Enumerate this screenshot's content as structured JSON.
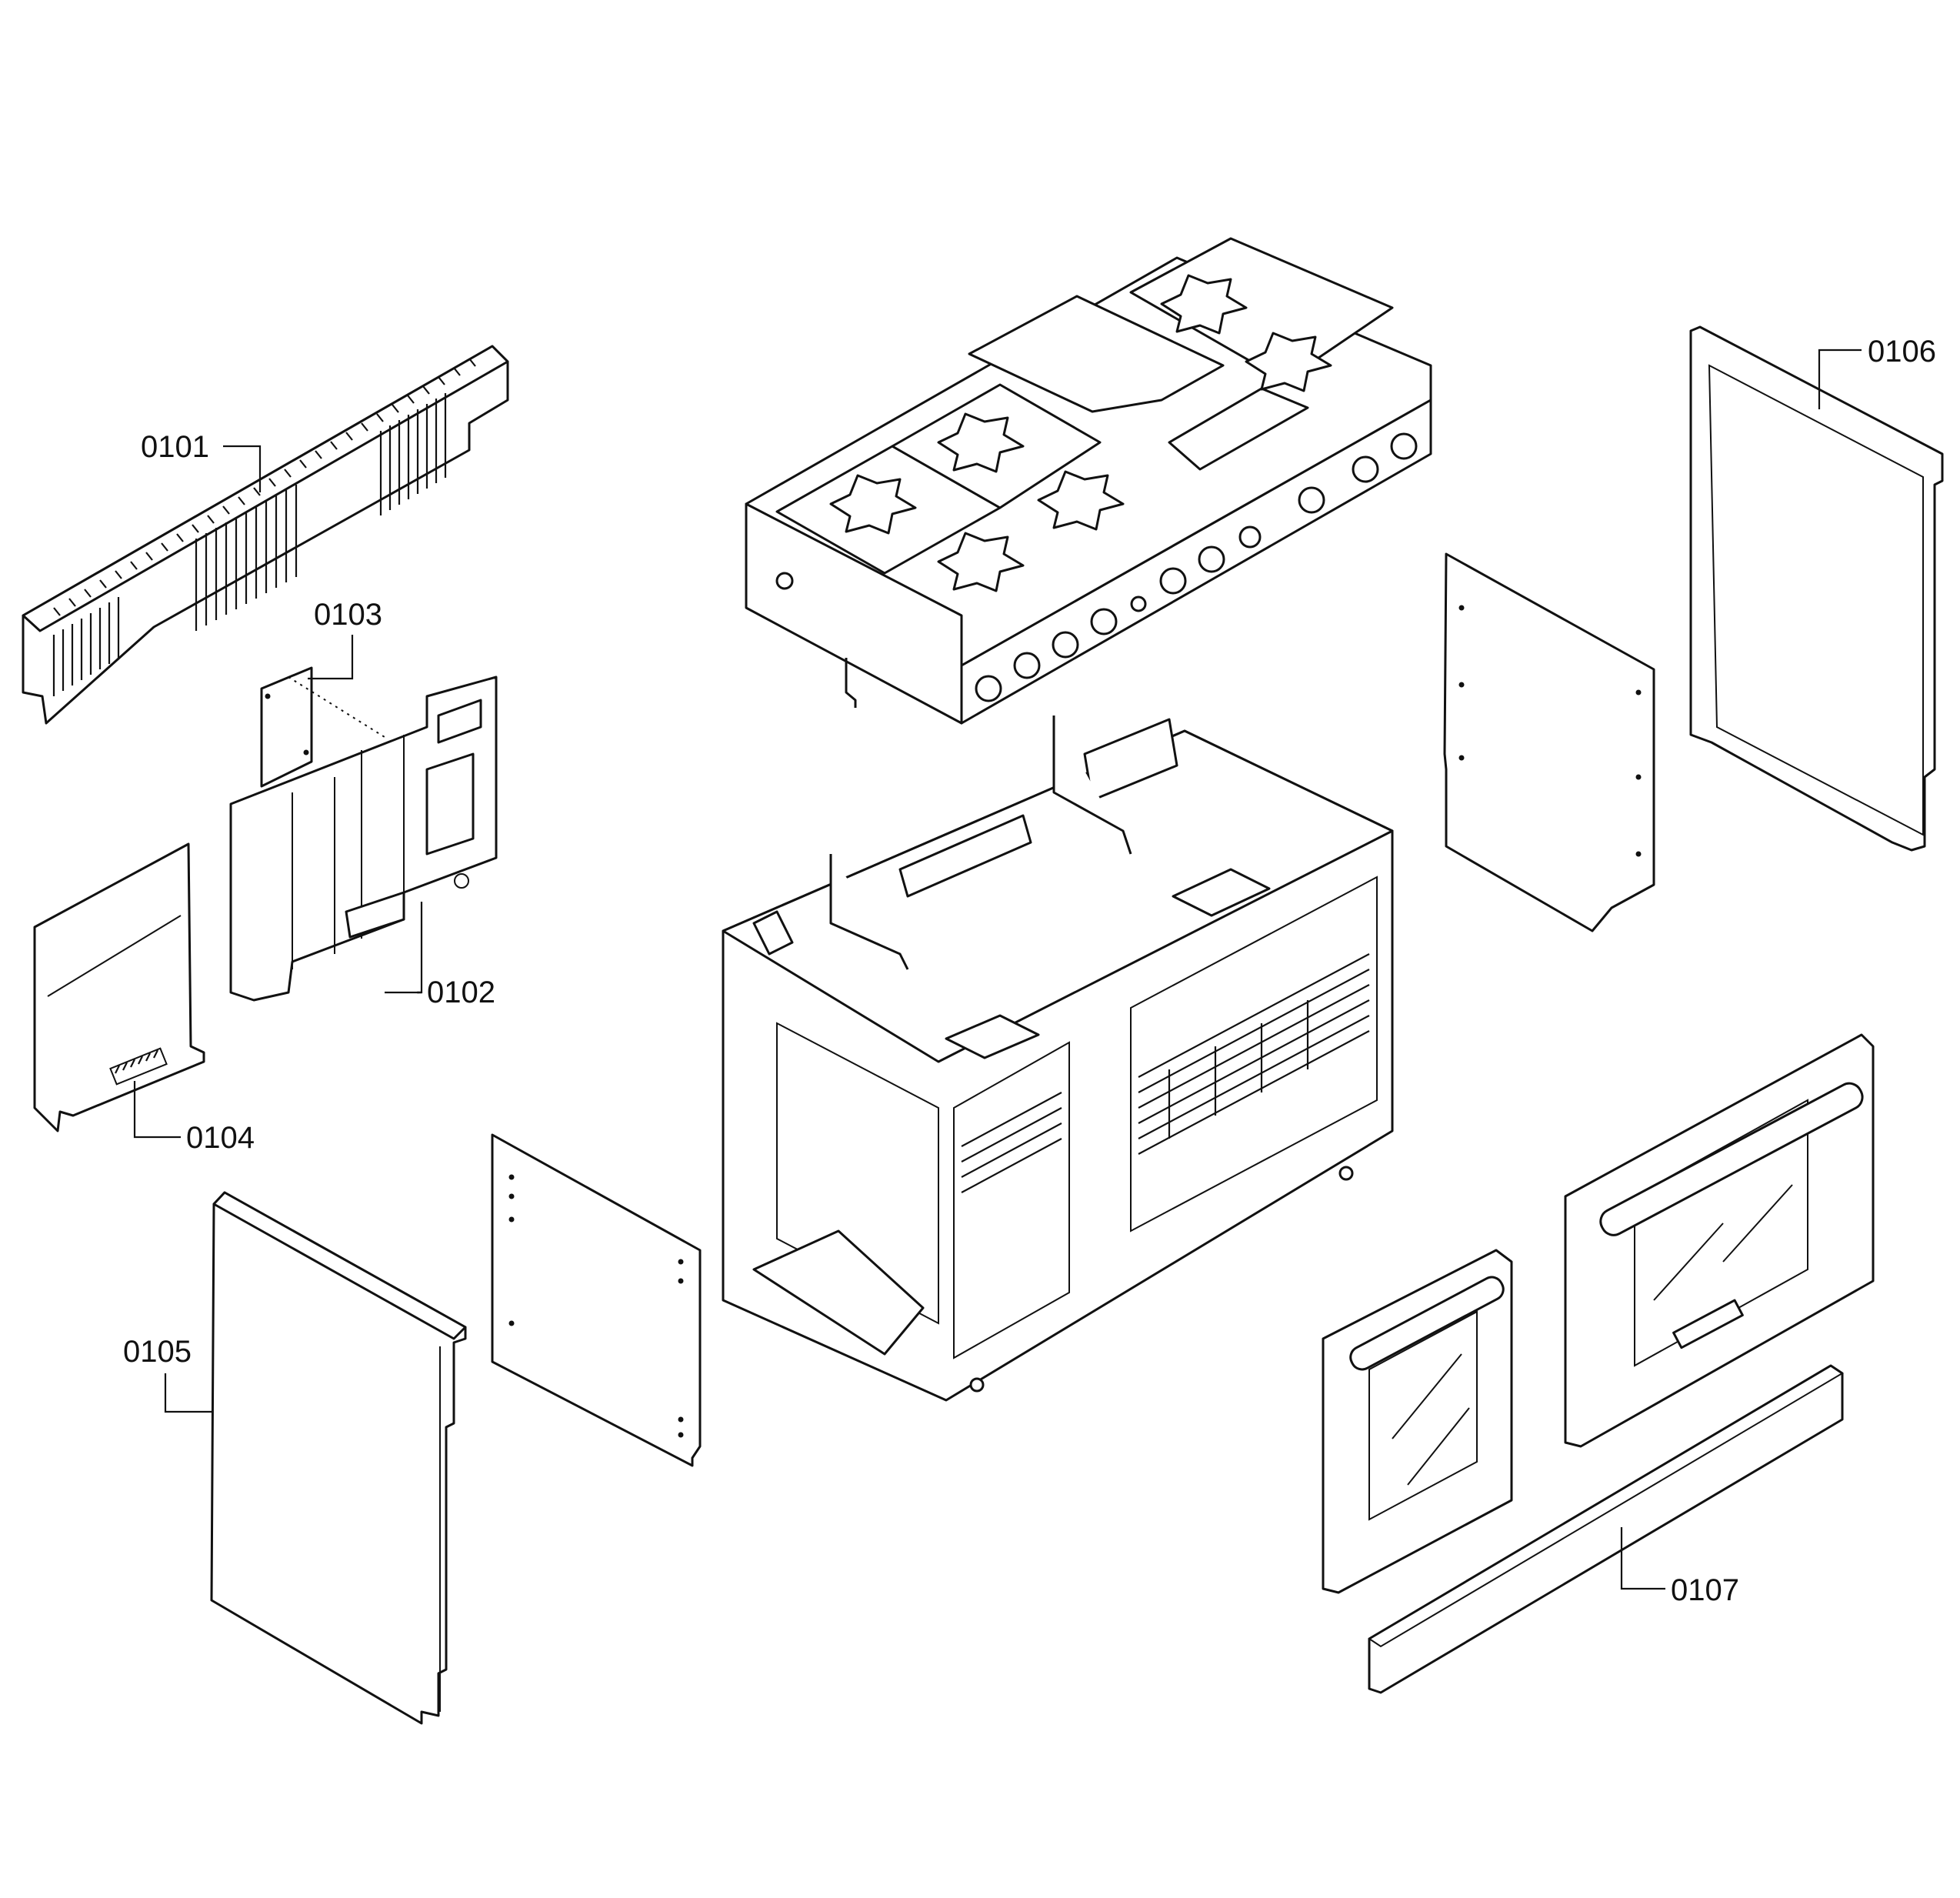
{
  "callouts": [
    {
      "id": "0101",
      "label": "0101"
    },
    {
      "id": "0102",
      "label": "0102"
    },
    {
      "id": "0103",
      "label": "0103"
    },
    {
      "id": "0104",
      "label": "0104"
    },
    {
      "id": "0105",
      "label": "0105"
    },
    {
      "id": "0106",
      "label": "0106"
    },
    {
      "id": "0107",
      "label": "0107"
    }
  ]
}
